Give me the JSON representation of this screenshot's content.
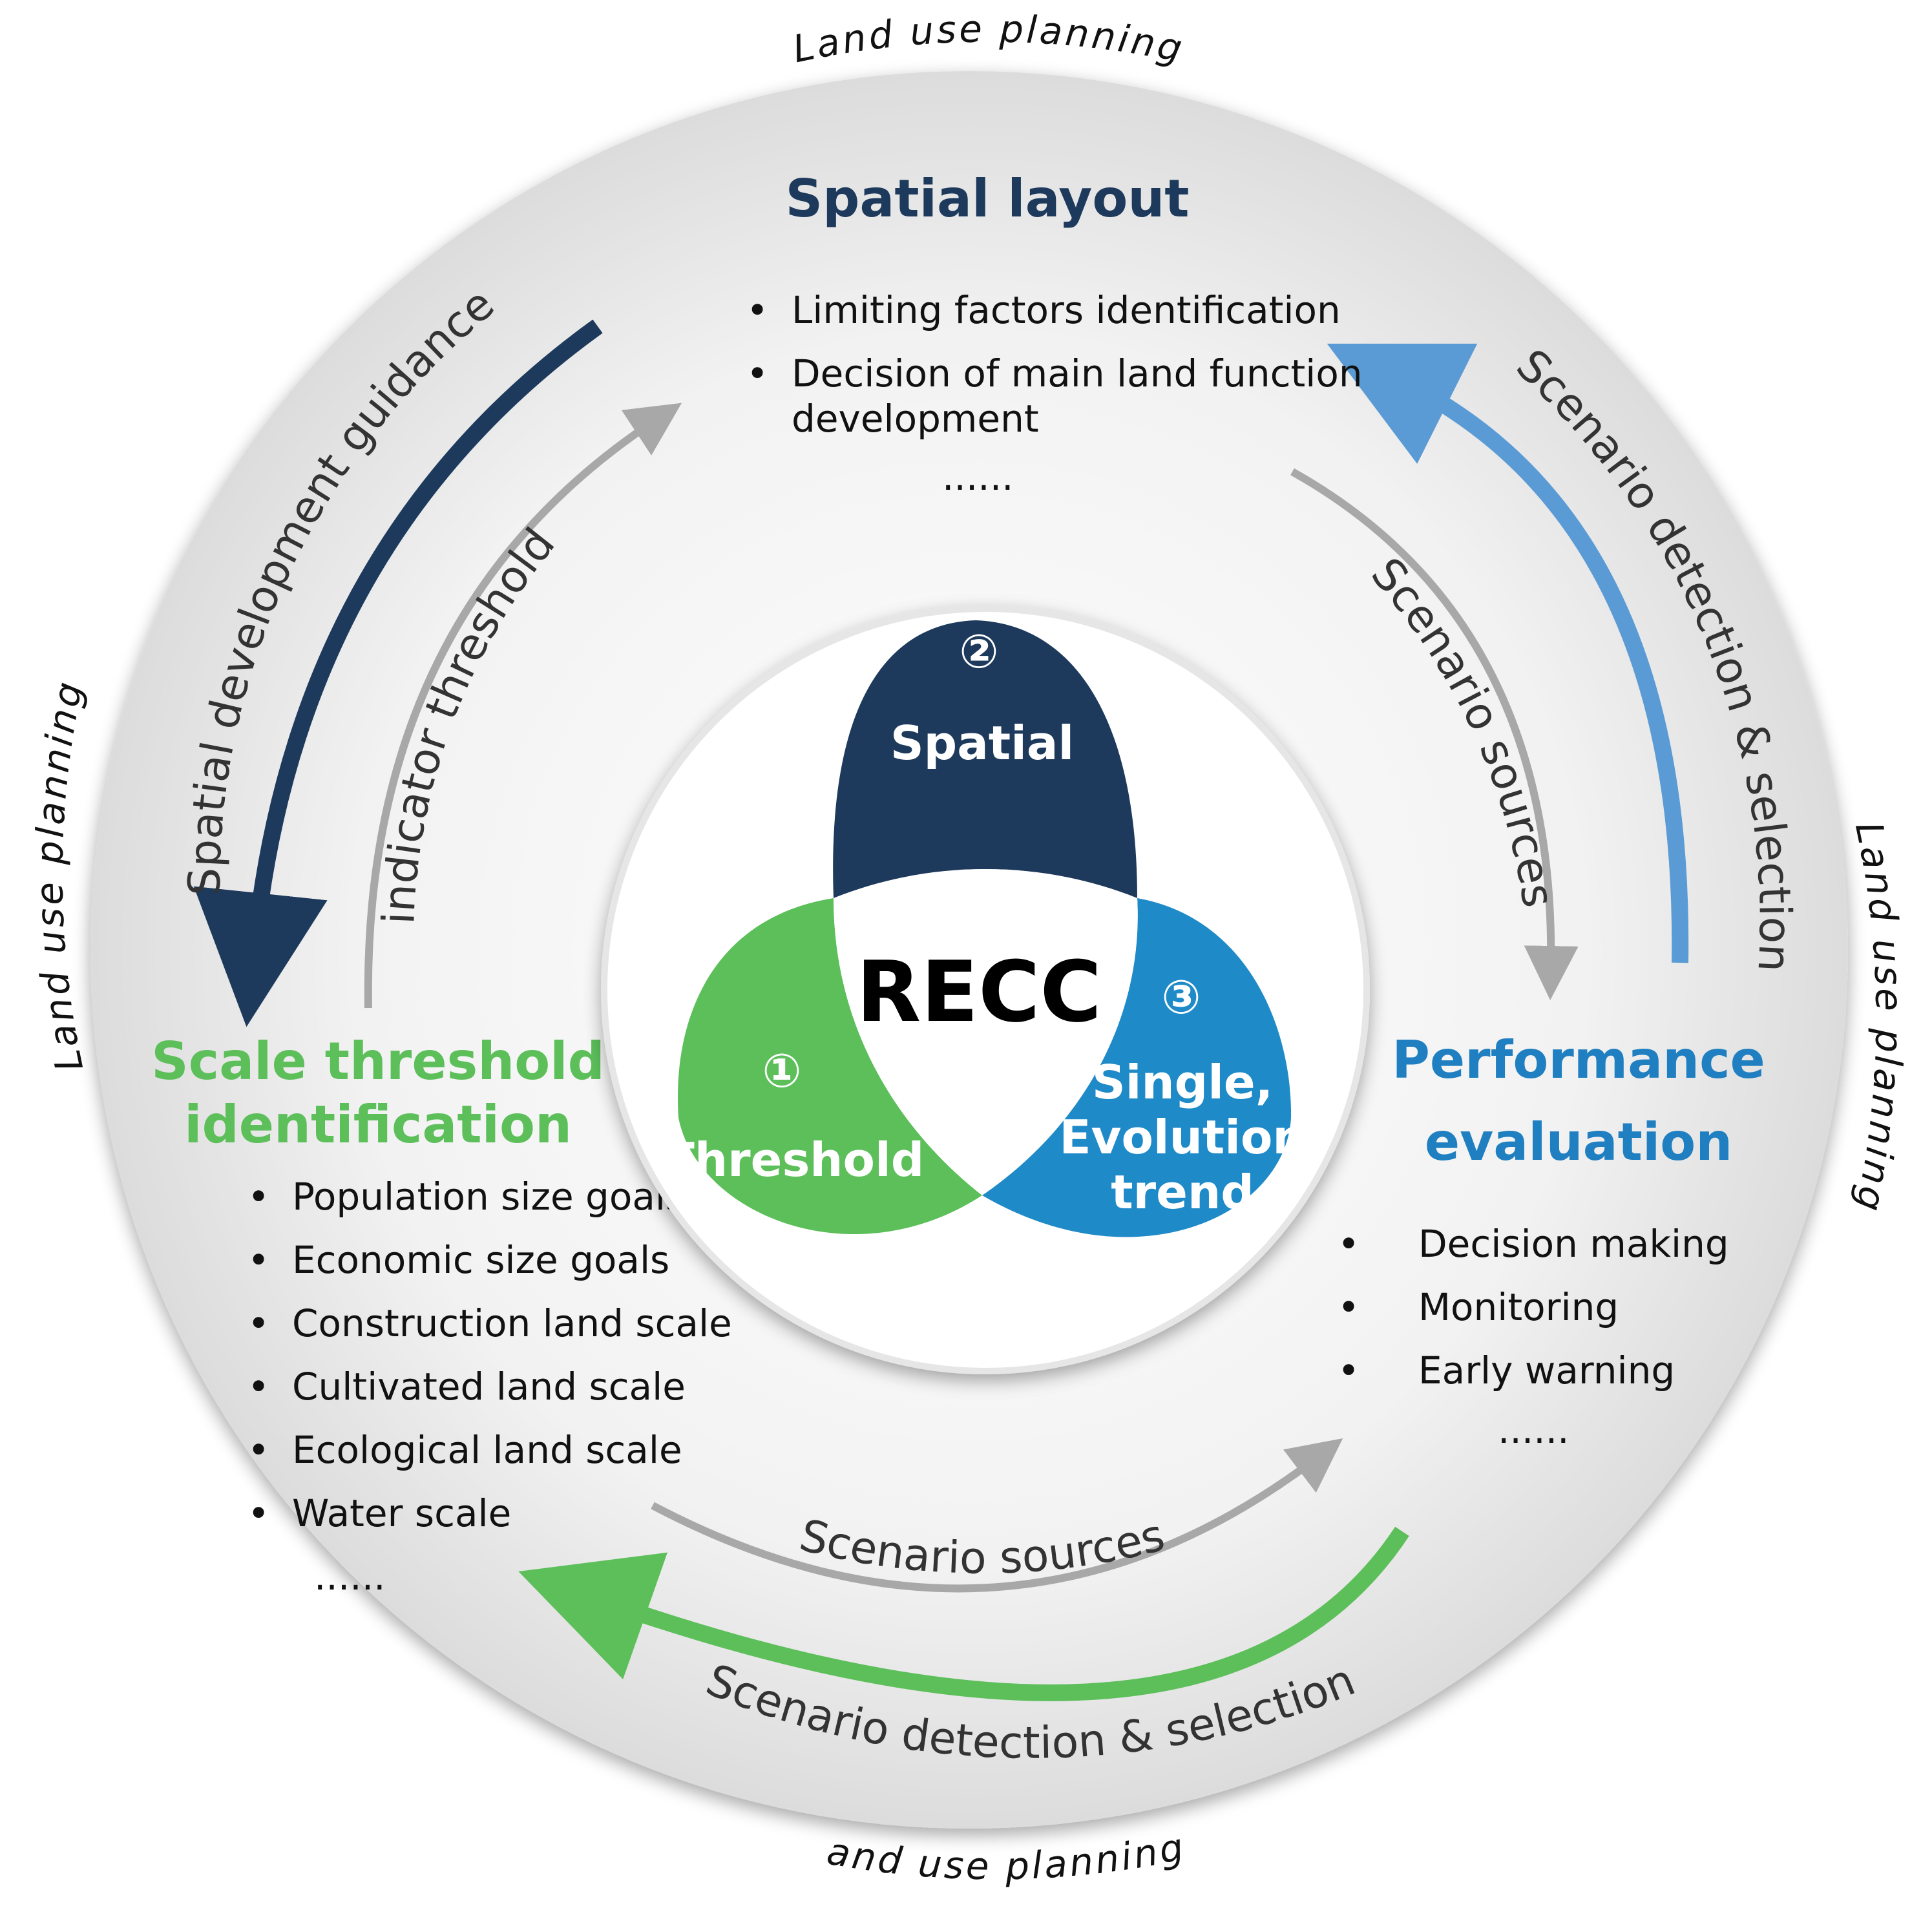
{
  "outer_labels": {
    "top": "Land use planning",
    "left": "Land use planning",
    "right": "Land use planning",
    "bottom": "Land use planning"
  },
  "spatial_layout": {
    "title": "Spatial layout",
    "bullets": [
      "Limiting factors identification",
      "Decision of main land function",
      "development"
    ],
    "ellipsis": "......"
  },
  "scale_threshold": {
    "title_line1": "Scale threshold",
    "title_line2": "identification",
    "bullets": [
      "Population size goals",
      "Economic size goals",
      "Construction land scale",
      "Cultivated land scale",
      "Ecological land scale",
      "Water scale"
    ],
    "ellipsis": "......"
  },
  "performance": {
    "title_line1": "Performance",
    "title_line2": "evaluation",
    "bullets": [
      "Decision making",
      "Monitoring",
      "Early warning"
    ],
    "ellipsis": "......"
  },
  "arcs": {
    "spatial_development_guidance": "Spatial development guidance",
    "indicator_threshold": "indicator threshold",
    "scenario_sources_right": "Scenario sources",
    "scenario_detection_right": "Scenario detection & selection",
    "scenario_sources_bottom": "Scenario sources",
    "scenario_detection_bottom": "Scenario detection & selection"
  },
  "center": {
    "label": "RECC",
    "petal_spatial": {
      "number": "②",
      "label": "Spatial"
    },
    "petal_threshold": {
      "number": "①",
      "label": "Threshold"
    },
    "petal_trend": {
      "number": "③",
      "line1": "Single,",
      "line2": "Evolution",
      "line3": "trend"
    }
  },
  "colors": {
    "navy": "#1d3a5c",
    "green": "#5cbf5a",
    "blue": "#1f8ac8",
    "light_blue": "#5b9bd5",
    "gray_arrow": "#a8a8a8"
  }
}
